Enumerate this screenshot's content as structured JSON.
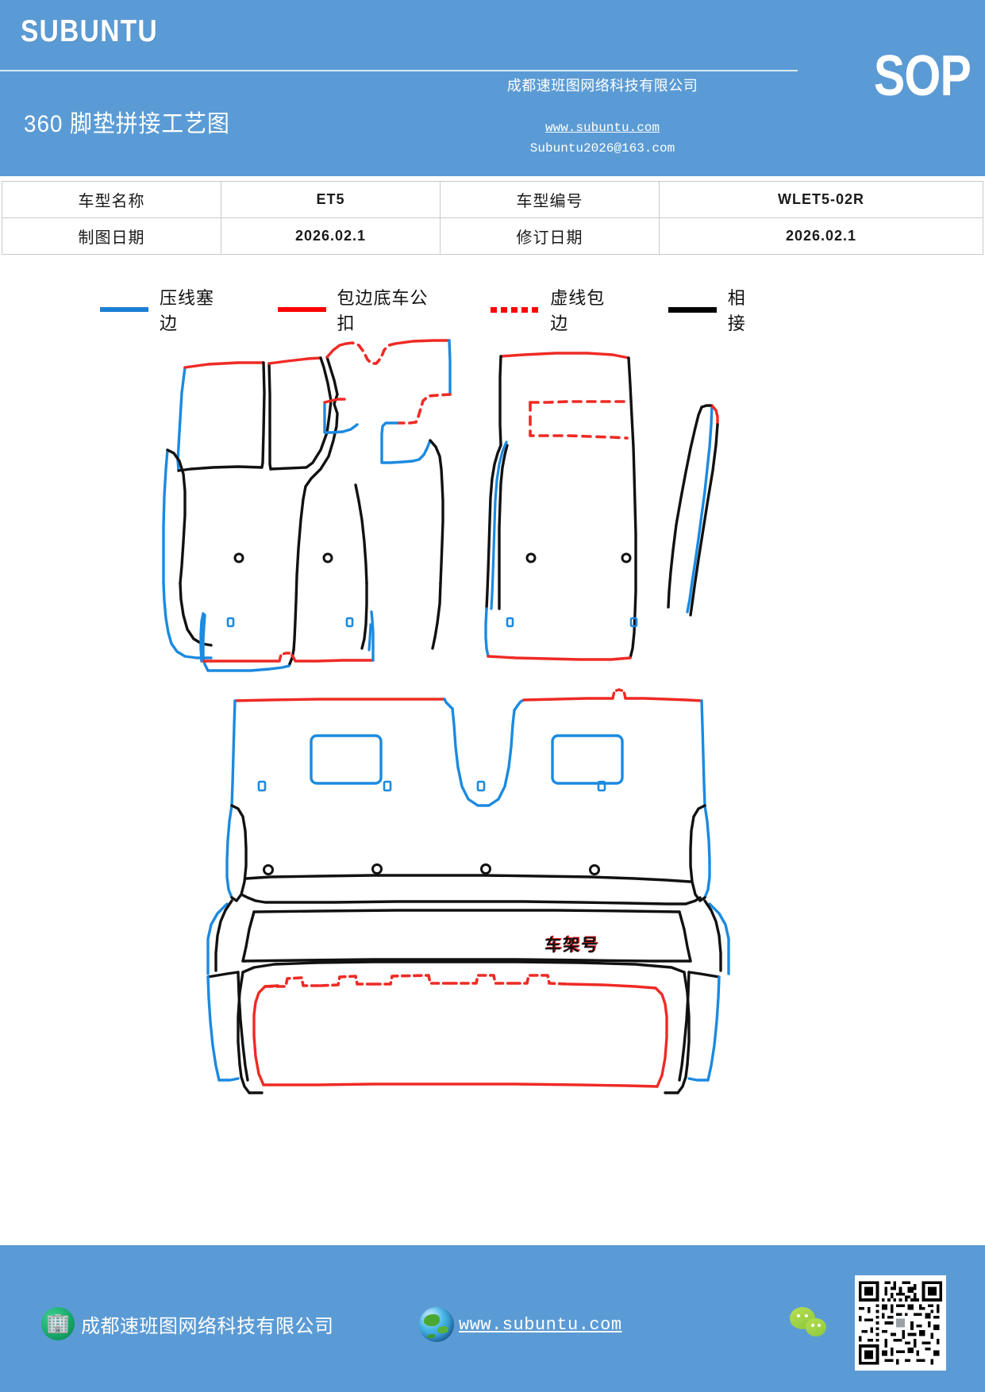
{
  "header": {
    "brand": "SUBUNTU",
    "doc_title": "360 脚垫拼接工艺图",
    "sop_badge": "SOP",
    "company_name": "成都速班图网络科技有限公司",
    "website": "www.subuntu.com",
    "email": "Subuntu2026@163.com",
    "bg_color": "#5b9bd5"
  },
  "info_table": {
    "rows": [
      {
        "label1": "车型名称",
        "value1": "ET5",
        "label2": "车型编号",
        "value2": "WLET5-02R"
      },
      {
        "label1": "制图日期",
        "value1": "2026.02.1",
        "label2": "修订日期",
        "value2": "2026.02.1"
      }
    ]
  },
  "legend": {
    "items": [
      {
        "label": "压线塞边",
        "style": "blue",
        "color": "#1b7fd4"
      },
      {
        "label": "包边底车公扣",
        "style": "red",
        "color": "#ff0000"
      },
      {
        "label": "虚线包边",
        "style": "dotted",
        "color": "#ff0000"
      },
      {
        "label": "相接",
        "style": "black",
        "color": "#000000"
      }
    ]
  },
  "drawing": {
    "vin_label": "车架号",
    "description": "360 floor mat splicing technical pattern: front-left mat, front-right mat, and rear floor mat",
    "colors": {
      "seam_blue": "#1b8ae0",
      "edge_red": "#ef2a24",
      "join_black": "#111111"
    }
  },
  "footer": {
    "company": "成都速班图网络科技有限公司",
    "company_icon": "building-icon",
    "website": "www.subuntu.com",
    "globe_icon": "globe-icon",
    "wechat_icon": "wechat-icon",
    "qr_icon": "qr-code",
    "bg_color": "#5b9bd5"
  }
}
